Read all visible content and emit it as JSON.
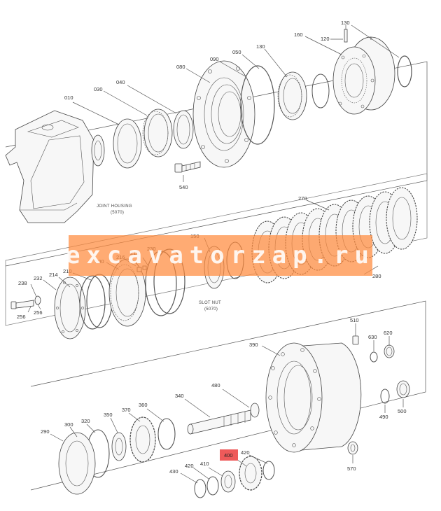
{
  "captions": {
    "joint_housing": "JOINT HOUSING",
    "joint_housing_ref": "(5070)",
    "slot_nut": "SLOT NUT",
    "slot_nut_ref": "(5070)"
  },
  "watermark": "excavatorzap.ru",
  "highlight_color": "#ee5a5a",
  "accent_color": "#ff8a3d",
  "labels": {
    "p010": "010",
    "p030": "030",
    "p040": "040",
    "p050": "050",
    "p080": "080",
    "p090": "090",
    "p120": "120",
    "p130a": "130",
    "p130b": "130",
    "p160": "160",
    "p540": "540",
    "p270": "270",
    "p280": "280",
    "p150": "150",
    "p200": "200",
    "p210": "210",
    "p214": "214",
    "p216": "216",
    "p218": "218",
    "p230": "230",
    "p232": "232",
    "p238": "238",
    "p256a": "256",
    "p256b": "256",
    "p390": "390",
    "p510": "510",
    "p620": "620",
    "p630": "630",
    "p490": "490",
    "p500": "500",
    "p480": "480",
    "p340": "340",
    "p360": "360",
    "p370": "370",
    "p350": "350",
    "p320": "320",
    "p300": "300",
    "p290": "290",
    "p400": "400",
    "p410": "410",
    "p420a": "420",
    "p420b": "420",
    "p430": "430",
    "p570": "570"
  }
}
